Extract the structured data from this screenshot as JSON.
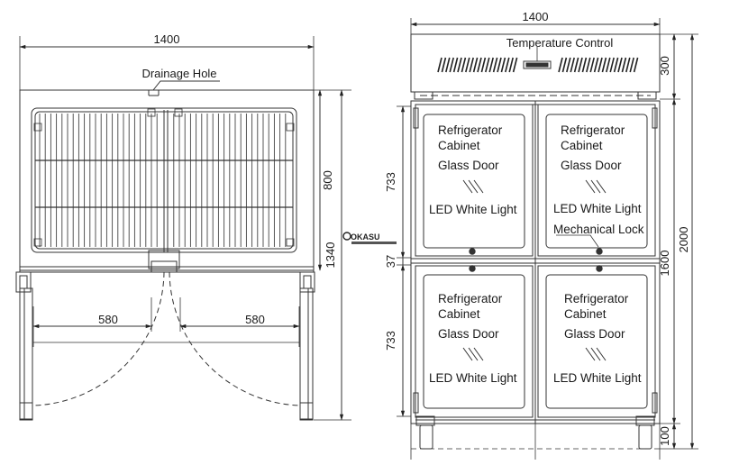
{
  "left_view": {
    "width_dim": "1400",
    "drainage_label": "Drainage Hole",
    "half_width_left": "580",
    "half_width_right": "580",
    "height_inner": "800",
    "height_outer": "1340"
  },
  "right_view": {
    "width_dim": "1400",
    "control_label": "Temperature Control",
    "top_height": "300",
    "total_height": "2000",
    "cabinet_height": "1600",
    "door_height_upper": "733",
    "door_height_lower": "733",
    "gap_height": "37",
    "foot_height": "100",
    "doors": [
      {
        "line1": "Refrigerator",
        "line2": "Cabinet",
        "line3": "Glass Door",
        "line4": "LED White Light"
      },
      {
        "line1": "Refrigerator",
        "line2": "Cabinet",
        "line3": "Glass Door",
        "line4": "LED White Light"
      },
      {
        "line1": "Refrigerator",
        "line2": "Cabinet",
        "line3": "Glass Door",
        "line4": "LED White Light"
      },
      {
        "line1": "Refrigerator",
        "line2": "Cabinet",
        "line3": "Glass Door",
        "line4": "LED White Light"
      }
    ],
    "lock_label": "Mechanical Lock"
  },
  "watermark": {
    "brand": "OKASU"
  }
}
